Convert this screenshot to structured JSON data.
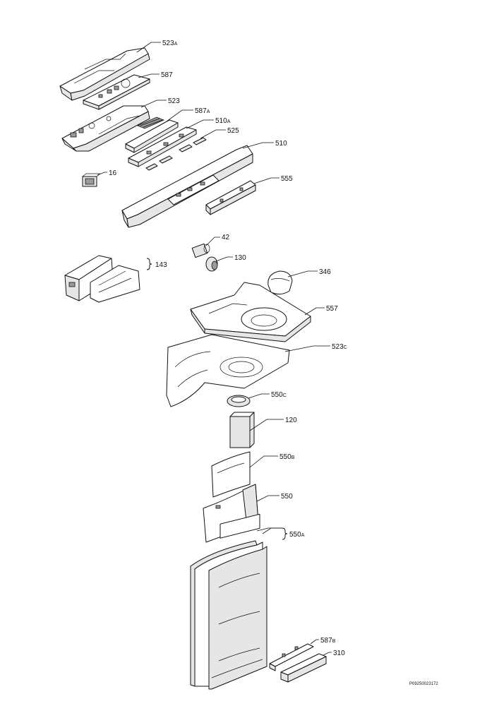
{
  "callouts": [
    {
      "id": "523a",
      "num": "523",
      "suffix": "A"
    },
    {
      "id": "587",
      "num": "587",
      "suffix": ""
    },
    {
      "id": "523",
      "num": "523",
      "suffix": ""
    },
    {
      "id": "587a",
      "num": "587",
      "suffix": "A"
    },
    {
      "id": "510a",
      "num": "510",
      "suffix": "A"
    },
    {
      "id": "525",
      "num": "525",
      "suffix": ""
    },
    {
      "id": "510",
      "num": "510",
      "suffix": ""
    },
    {
      "id": "16",
      "num": "16",
      "suffix": ""
    },
    {
      "id": "555",
      "num": "555",
      "suffix": ""
    },
    {
      "id": "42",
      "num": "42",
      "suffix": ""
    },
    {
      "id": "130",
      "num": "130",
      "suffix": ""
    },
    {
      "id": "143",
      "num": "143",
      "suffix": ""
    },
    {
      "id": "346",
      "num": "346",
      "suffix": ""
    },
    {
      "id": "557",
      "num": "557",
      "suffix": ""
    },
    {
      "id": "523c",
      "num": "523",
      "suffix": "C"
    },
    {
      "id": "550c",
      "num": "550",
      "suffix": "C"
    },
    {
      "id": "120",
      "num": "120",
      "suffix": ""
    },
    {
      "id": "550b",
      "num": "550",
      "suffix": "B"
    },
    {
      "id": "550",
      "num": "550",
      "suffix": ""
    },
    {
      "id": "550a",
      "num": "550",
      "suffix": "A"
    },
    {
      "id": "587b",
      "num": "587",
      "suffix": "B"
    },
    {
      "id": "310",
      "num": "310",
      "suffix": ""
    }
  ],
  "reference_code": "P09250023172"
}
